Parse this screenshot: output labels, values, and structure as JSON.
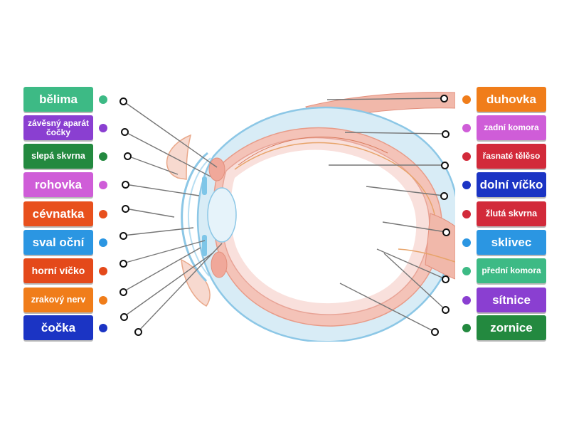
{
  "left_labels": [
    {
      "text": "bělima",
      "color": "#3dba85"
    },
    {
      "text": "závěsný aparát čočky",
      "color": "#8a3fd1"
    },
    {
      "text": "slepá skvrna",
      "color": "#23893f"
    },
    {
      "text": "rohovka",
      "color": "#cf5dd8"
    },
    {
      "text": "cévnatka",
      "color": "#e8501d"
    },
    {
      "text": "sval oční",
      "color": "#2b96e2"
    },
    {
      "text": "horní víčko",
      "color": "#e4491a"
    },
    {
      "text": "zrakový nerv",
      "color": "#f07d1a"
    },
    {
      "text": "čočka",
      "color": "#1b34c4"
    }
  ],
  "right_labels": [
    {
      "text": "duhovka",
      "color": "#f07d1a"
    },
    {
      "text": "zadní komora",
      "color": "#cf5dd8"
    },
    {
      "text": "řasnaté tělěso",
      "color": "#d22a3a"
    },
    {
      "text": "dolní víčko",
      "color": "#1b34c4"
    },
    {
      "text": "žlutá skvrna",
      "color": "#d22a3a"
    },
    {
      "text": "sklivec",
      "color": "#2b96e2"
    },
    {
      "text": "přední komora",
      "color": "#3dba85"
    },
    {
      "text": "sítnice",
      "color": "#8a3fd1"
    },
    {
      "text": "zornice",
      "color": "#23893f"
    }
  ]
}
